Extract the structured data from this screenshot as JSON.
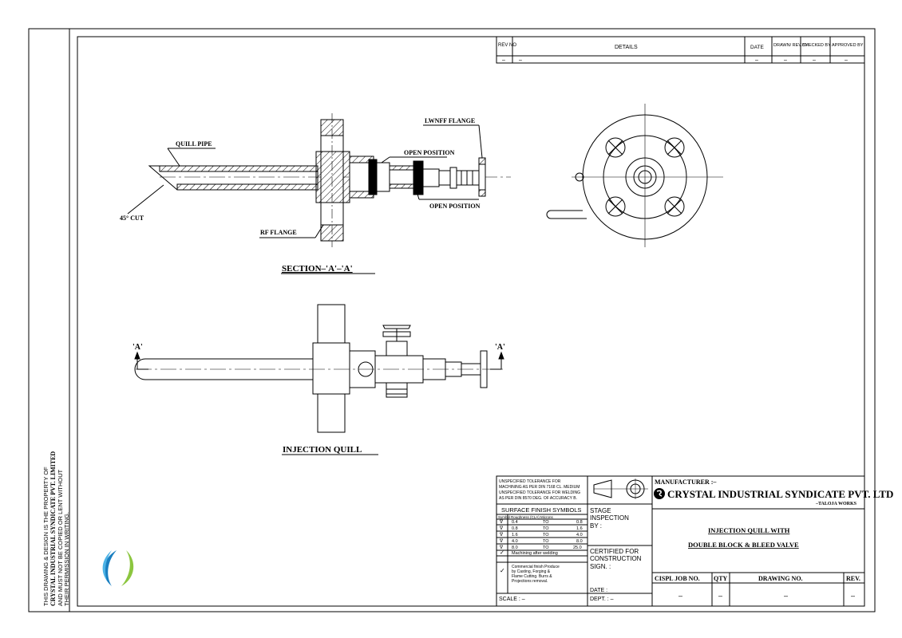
{
  "side_note": {
    "line1": "THIS DRAWING & DESIGN IS THE PROPERTY OF",
    "line2": "CRYSTAL INDUSTRIAL SYNDICATE PVT. LIMITED",
    "line3": "AND MUST NOT BE COPIED OR LENT WITHOUT",
    "line4": "THEIR PERMISSION IN WRITING."
  },
  "revision_table": {
    "headers": {
      "rev_no": "REV NO",
      "details": "DETAILS",
      "date": "DATE",
      "drawn": "DRAWN/ REV.BY",
      "checked": "CHECKED BY",
      "approved": "APPROVED BY"
    },
    "row": {
      "rev_no": "–",
      "details": "–",
      "date": "–",
      "drawn": "–",
      "checked": "–",
      "approved": "–"
    }
  },
  "labels": {
    "quill_pipe": "QUILL PIPE",
    "cut": "45° CUT",
    "rf_flange": "RF FLANGE",
    "open_position_1": "OPEN POSITION",
    "open_position_2": "OPEN POSITION",
    "lwnff_flange": "LWNFF FLANGE",
    "section_title": "SECTION–'A'–'A'",
    "section_mark_left": "'A'",
    "section_mark_right": "'A'",
    "view_title": "INJECTION QUILL"
  },
  "title_block": {
    "tolerance_note": [
      "UNSPECIFIED TOLERANCE FOR",
      "MACHINING AS PER DIN 7168 CL. MEDIUM",
      "UNSPECIFIED TOLERANCE FOR WELDING",
      "AS PER DIN 8570 DEG. OF ACCURACY B."
    ],
    "surface_title": "SURFACE FINISH SYMBOLS",
    "surface_headers": [
      "Symbol",
      "Roughness (CLA) Microns"
    ],
    "surface_rows": [
      {
        "from": "0.4",
        "to": "TO",
        "val": "0.8"
      },
      {
        "from": "0.8",
        "to": "TO",
        "val": "1.6"
      },
      {
        "from": "1.6",
        "to": "TO",
        "val": "4.0"
      },
      {
        "from": "4.0",
        "to": "TO",
        "val": "8.0"
      },
      {
        "from": "8.0",
        "to": "TO",
        "val": "25.0"
      }
    ],
    "machining_note": "Machining after welding",
    "commercial_note": [
      "Commercial finish Produce",
      "by Casting, Forging &",
      "Flame Cutting. Burrs &",
      "Projections removal."
    ],
    "scale": "SCALE : –",
    "stage_inspection": [
      "STAGE",
      "INSPECTION",
      "BY :"
    ],
    "certified": [
      "CERTIFIED FOR",
      "CONSTRUCTION",
      "SIGN. :"
    ],
    "date": "DATE :",
    "dept": "DEPT. : –",
    "manufacturer_label": "MANUFACTURER :–",
    "company": "CRYSTAL INDUSTRIAL SYNDICATE PVT. LTD",
    "works": "–TALOJA WORKS",
    "drawing_title_1": "INJECTION QUILL WITH",
    "drawing_title_2": "DOUBLE BLOCK & BLEED VALVE",
    "job_header": "CISPL JOB NO.",
    "qty_header": "QTY",
    "drawing_no_header": "DRAWING NO.",
    "rev_header": "REV.",
    "job_value": "–",
    "qty_value": "–",
    "drawing_no_value": "–",
    "rev_value": "–"
  },
  "colors": {
    "logo_blue": "#1a7fc0",
    "logo_green": "#8cc63f"
  }
}
